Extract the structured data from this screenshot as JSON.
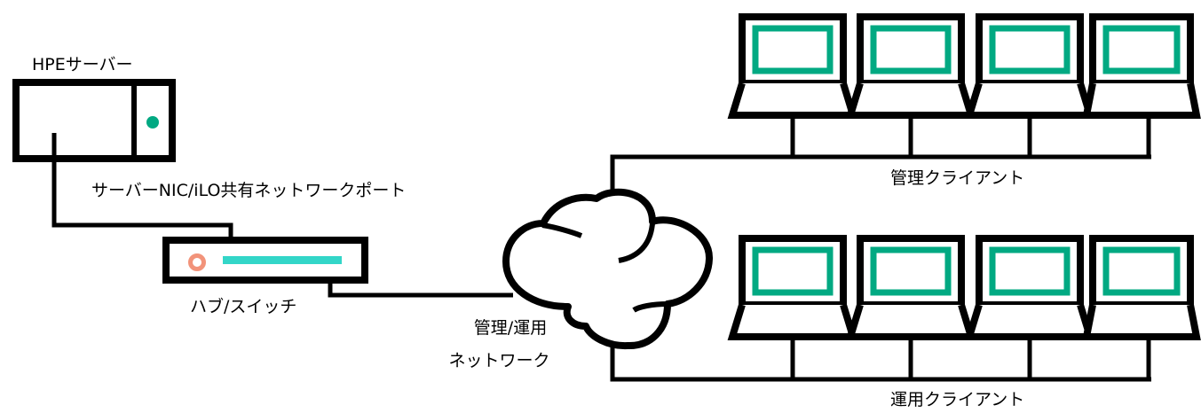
{
  "server": {
    "label": "HPEサーバー"
  },
  "port": {
    "label": "サーバーNIC/iLO共有ネットワークポート"
  },
  "switch": {
    "label": "ハブ/スイッチ"
  },
  "network": {
    "label_line1": "管理/運用",
    "label_line2": "ネットワーク"
  },
  "management_clients": {
    "label": "管理クライアント",
    "count": 4
  },
  "operation_clients": {
    "label": "運用クライアント",
    "count": 4
  },
  "colors": {
    "outline": "#000000",
    "screen": "#01a982",
    "port_bar": "#33d6c8",
    "switch_led": "#f2937a",
    "server_led": "#01a982"
  }
}
